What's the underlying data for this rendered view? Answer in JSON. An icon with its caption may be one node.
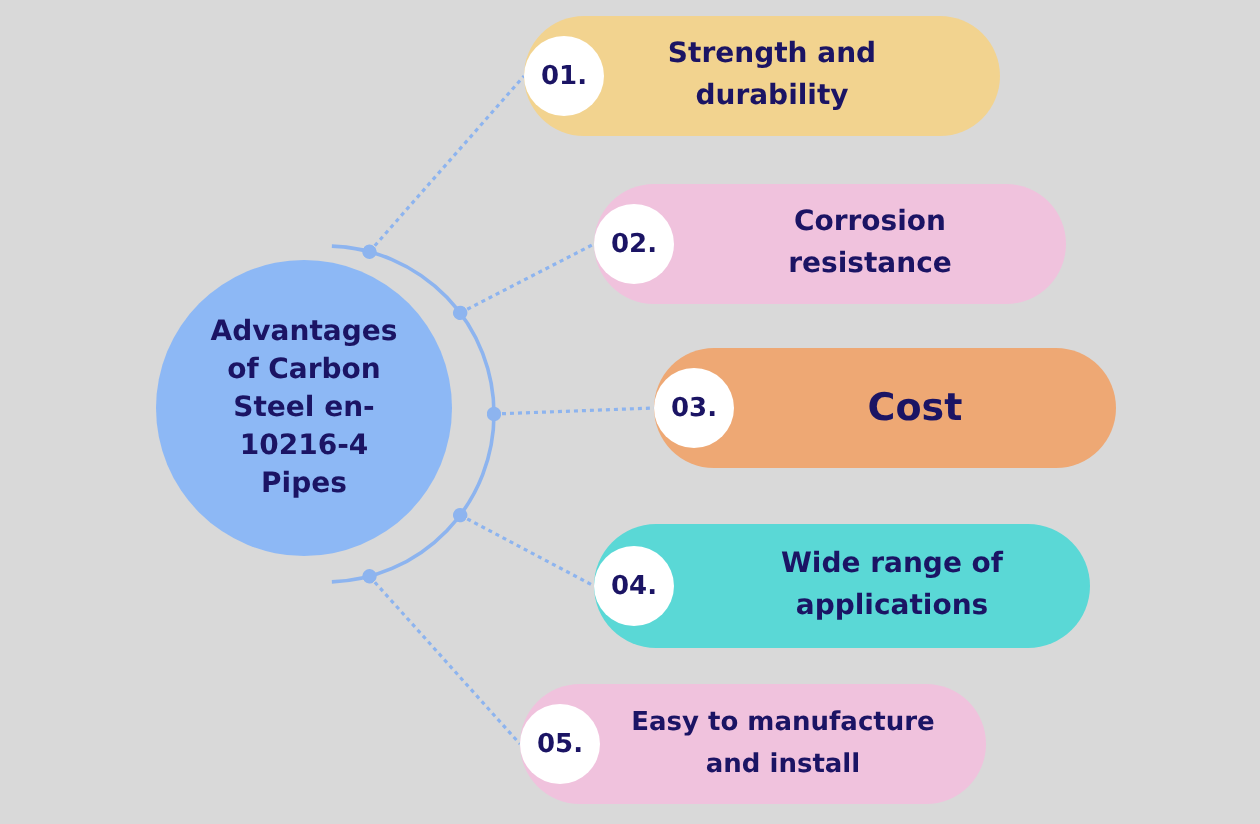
{
  "diagram": {
    "nodes": [
      {
        "text": [
          "Advantages of Carbon Steel en-10216-4 Pipes"
        ]
      },
      {
        "text": [
          "01.",
          "Strength and durability"
        ]
      },
      {
        "text": [
          "02.",
          "Corrosion resistance"
        ]
      },
      {
        "text": [
          "03.",
          "Cost"
        ]
      },
      {
        "text": [
          "04.",
          "Wide range of applications"
        ]
      },
      {
        "text": [
          "05.",
          "Easy to manufacture and install"
        ]
      }
    ],
    "edges": [
      {
        "from": 0,
        "to": 1,
        "arrow": "other"
      },
      {
        "from": 0,
        "to": 2,
        "arrow": "other"
      },
      {
        "from": 0,
        "to": 3,
        "arrow": "other"
      },
      {
        "from": 0,
        "to": 4,
        "arrow": "other"
      },
      {
        "from": 0,
        "to": 5,
        "arrow": "other"
      }
    ]
  }
}
